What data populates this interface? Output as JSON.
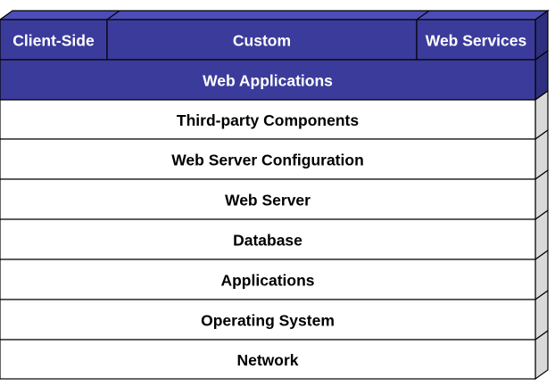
{
  "colors": {
    "top_front": "#3b3b9c",
    "top_top": "#4d4db8",
    "top_side": "#2f2f80",
    "top_text": "#ffffff",
    "layer_front": "#ffffff",
    "layer_side": "#d9d9d9",
    "layer_text": "#000000",
    "outline": "#000000"
  },
  "top_row": {
    "cells": [
      {
        "label": "Client-Side"
      },
      {
        "label": "Custom"
      },
      {
        "label": "Web Services"
      }
    ]
  },
  "layers": [
    {
      "label": "Web Applications"
    },
    {
      "label": "Third-party Components"
    },
    {
      "label": "Web Server Configuration"
    },
    {
      "label": "Web Server"
    },
    {
      "label": "Database"
    },
    {
      "label": "Applications"
    },
    {
      "label": "Operating System"
    },
    {
      "label": "Network"
    }
  ]
}
